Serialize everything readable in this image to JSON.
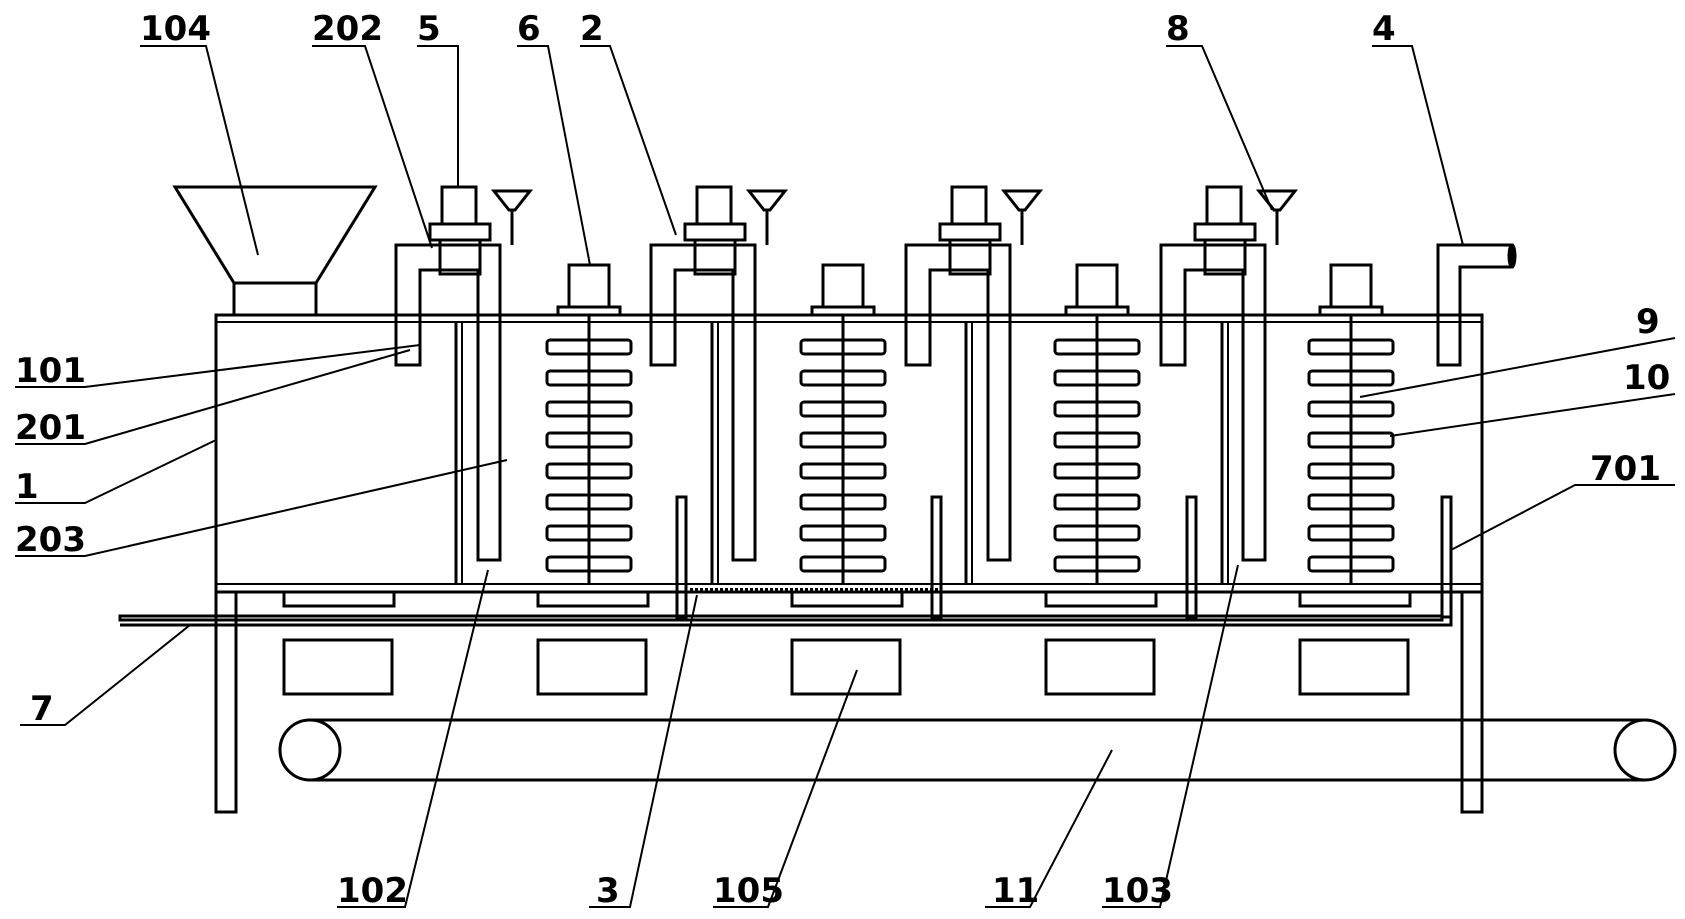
{
  "labels": {
    "l104": "104",
    "l202": "202",
    "l5": "5",
    "l6": "6",
    "l2": "2",
    "l8": "8",
    "l4": "4",
    "l101": "101",
    "l201": "201",
    "l1": "1",
    "l203": "203",
    "l9": "9",
    "l10": "10",
    "l701": "701",
    "l7": "7",
    "l102": "102",
    "l3": "3",
    "l105": "105",
    "l11": "11",
    "l103": "103"
  }
}
